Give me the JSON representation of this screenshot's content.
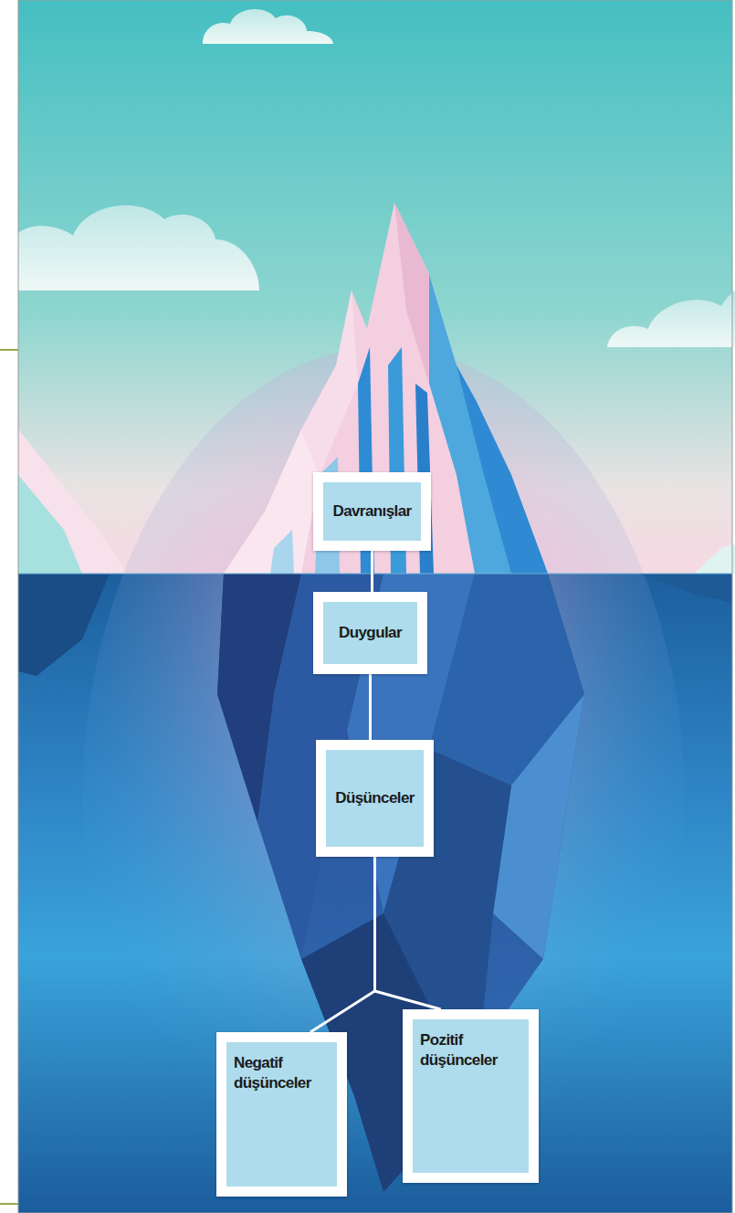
{
  "diagram": {
    "nodes": [
      {
        "text": [
          "Davranışlar"
        ]
      },
      {
        "text": [
          "Duygular"
        ]
      },
      {
        "text": [
          "Düşünceler"
        ]
      },
      {
        "text": [
          "Negatif düşünceler"
        ]
      },
      {
        "text": [
          "Pozitif düşünceler"
        ]
      }
    ],
    "edges": [
      {
        "from": 0,
        "to": 1,
        "arrow": "none"
      },
      {
        "from": 1,
        "to": 2,
        "arrow": "none"
      },
      {
        "from": 2,
        "to": 3,
        "arrow": "none"
      },
      {
        "from": 2,
        "to": 4,
        "arrow": "none"
      }
    ]
  }
}
